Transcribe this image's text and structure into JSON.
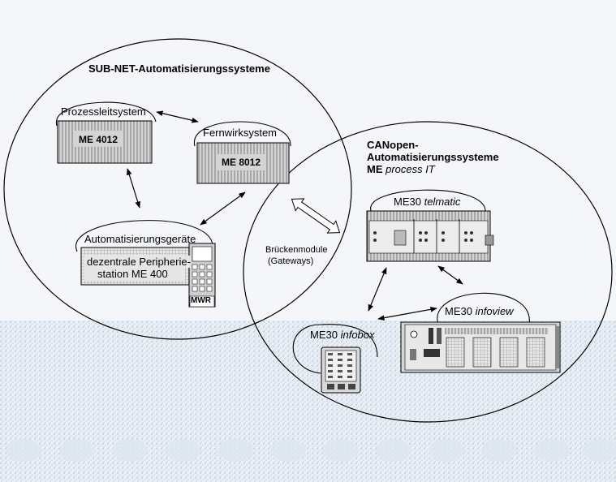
{
  "sub_net": {
    "title": "SUB-NET-Automatisierungssysteme",
    "prozessleitsystem": {
      "title": "Prozessleitsystem",
      "device": "ME 4012"
    },
    "fernwirksystem": {
      "title": "Fernwirksystem",
      "device": "ME 8012"
    },
    "automatisierungsgeraete": {
      "title": "Automatisierungsgeräte",
      "device_line1": "dezentrale Peripherie-",
      "device_line2": "station ME 400",
      "panel_label": "MWR"
    }
  },
  "canopen": {
    "title_line1": "CANopen-",
    "title_line2": "Automatisierungssysteme",
    "title_line3_bold": "ME",
    "title_line3_italic": "process IT",
    "telmatic": {
      "prefix": "ME30",
      "name": "telmatic"
    },
    "infoview": {
      "prefix": "ME30",
      "name": "infoview"
    },
    "infobox": {
      "prefix": "ME30",
      "name": "infobox"
    }
  },
  "bridge": {
    "line1": "Brückenmodule",
    "line2": "(Gateways)"
  },
  "colors": {
    "background": "#f4f6f9",
    "noise": "#9fb6cf",
    "device": "#d8d8d8",
    "line": "#000000"
  }
}
